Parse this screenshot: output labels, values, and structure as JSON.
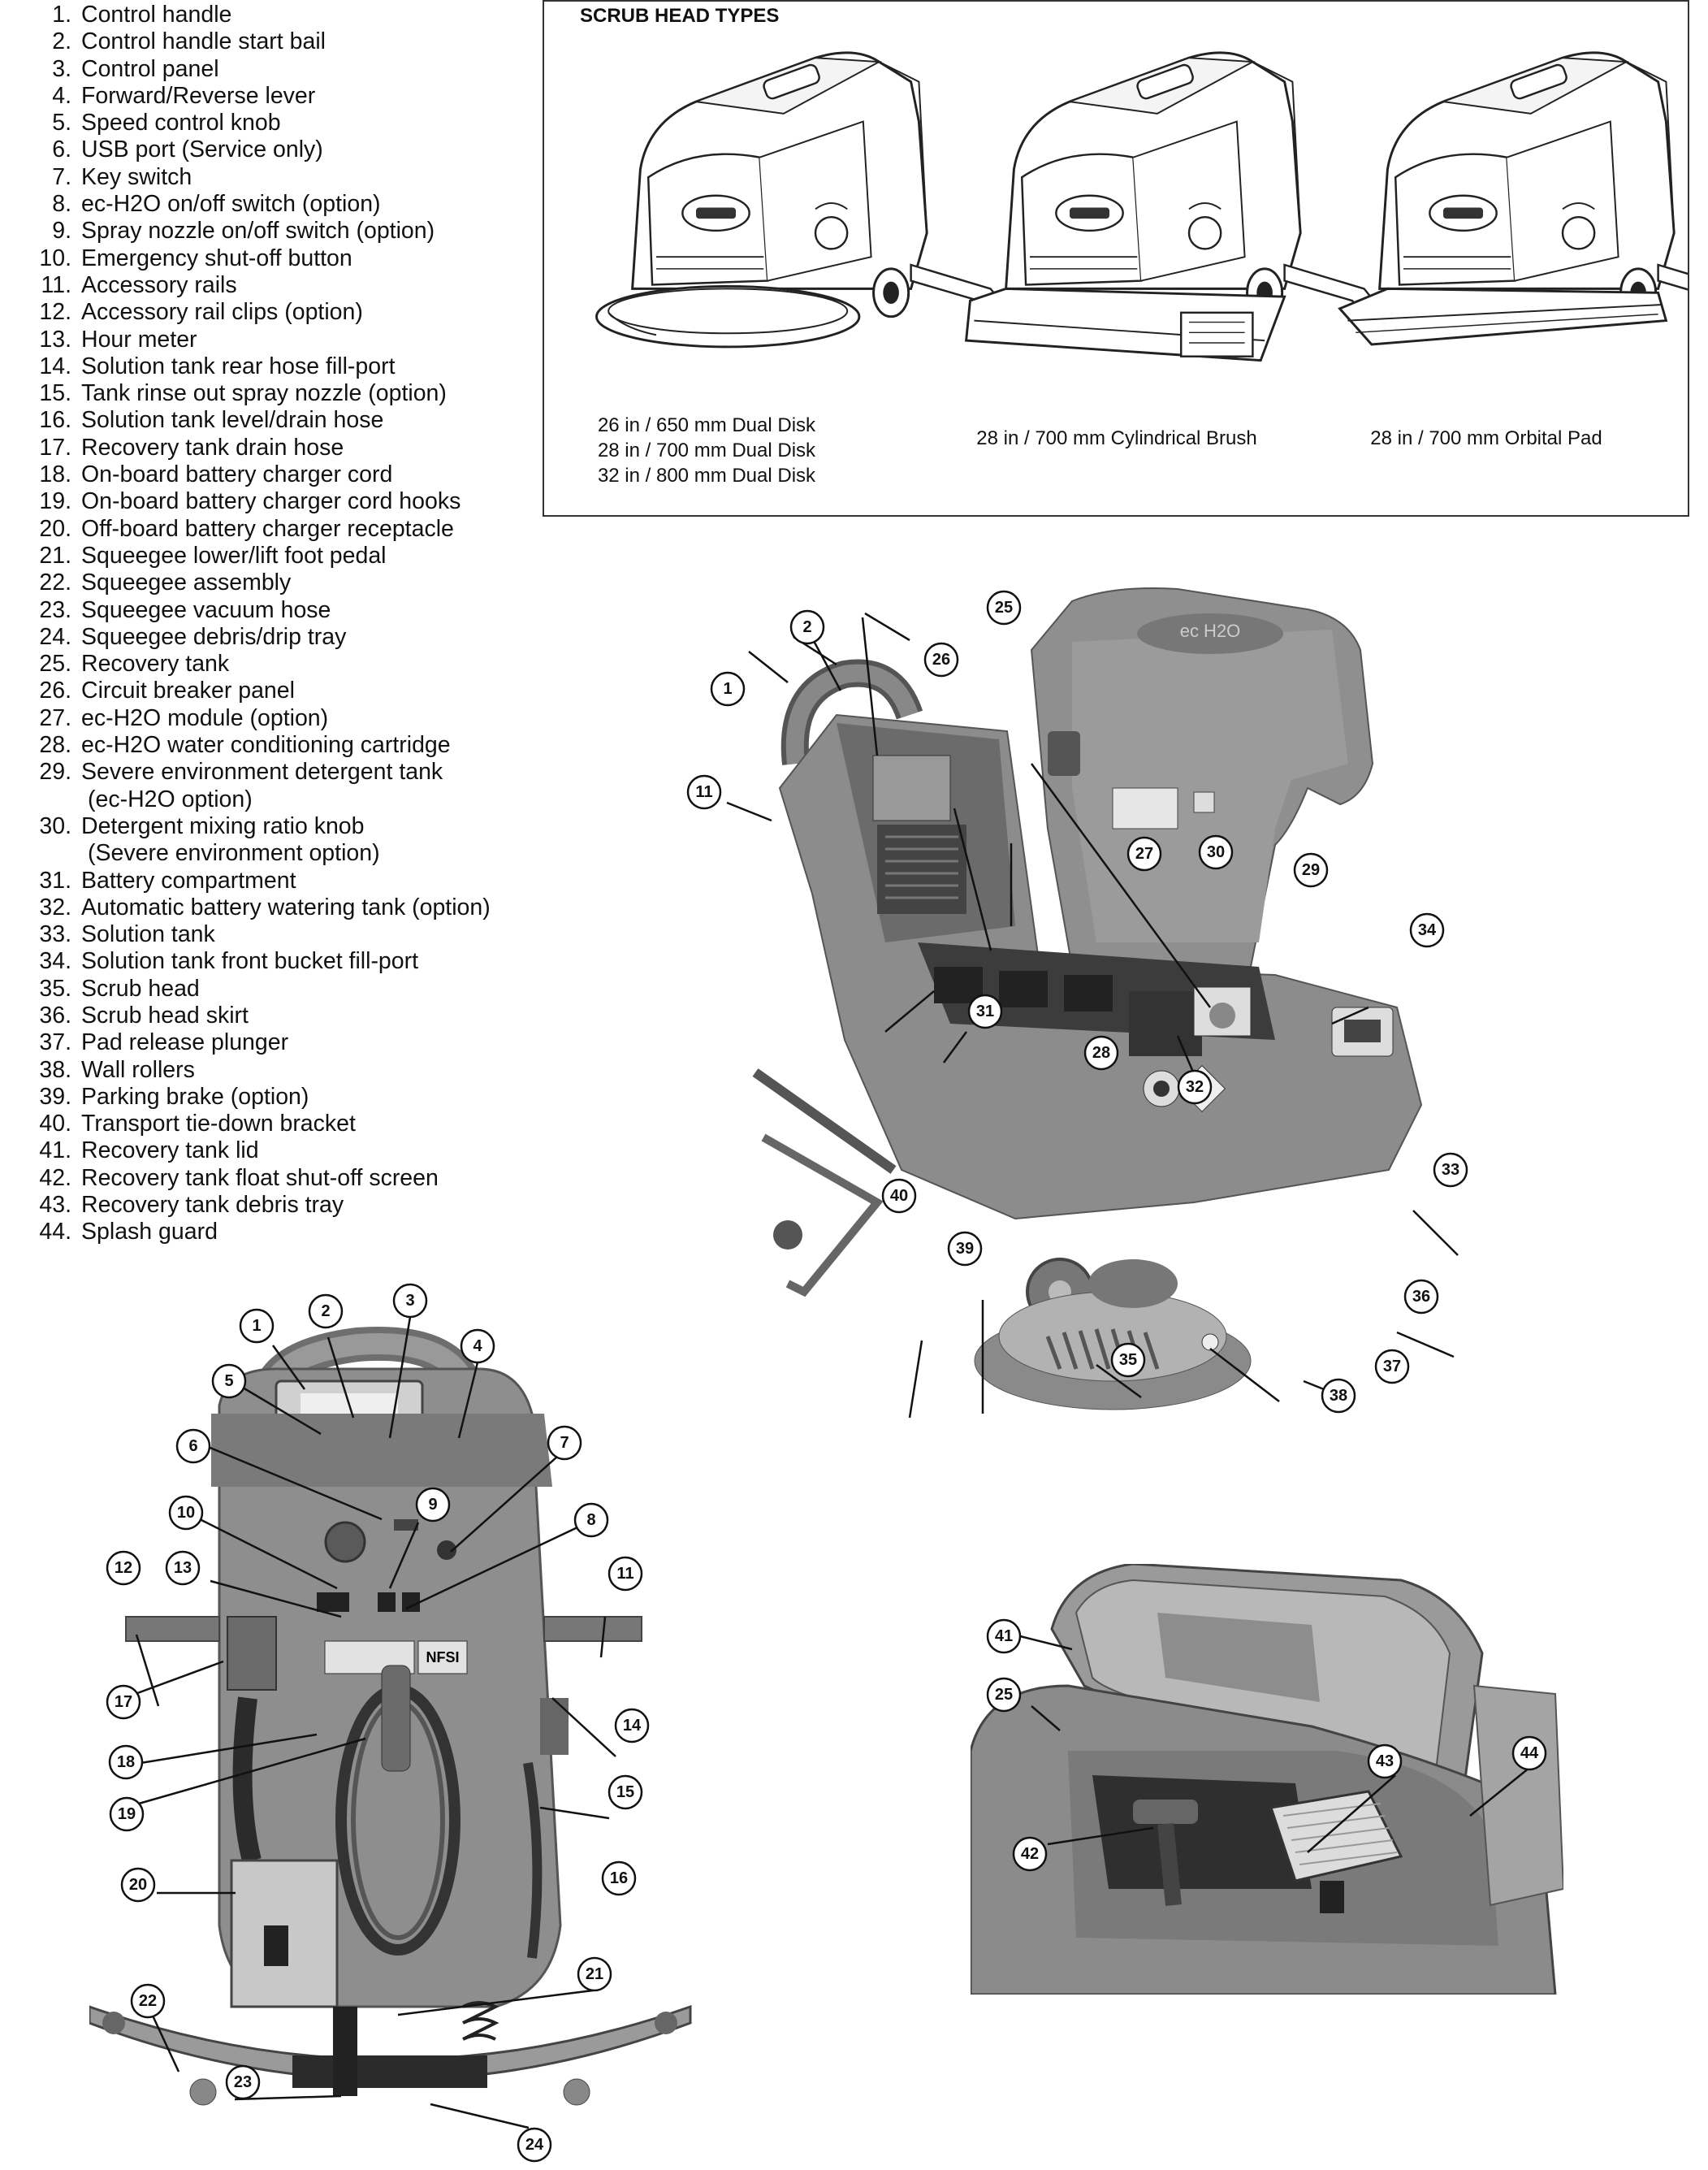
{
  "parts_list": [
    {
      "num": "1.",
      "label": "Control handle"
    },
    {
      "num": "2.",
      "label": "Control handle start bail"
    },
    {
      "num": "3.",
      "label": "Control panel"
    },
    {
      "num": "4.",
      "label": "Forward/Reverse lever"
    },
    {
      "num": "5.",
      "label": "Speed control knob"
    },
    {
      "num": "6.",
      "label": "USB port (Service only)"
    },
    {
      "num": "7.",
      "label": "Key switch"
    },
    {
      "num": "8.",
      "label": "ec-H2O on/off switch (option)"
    },
    {
      "num": "9.",
      "label": "Spray nozzle on/off switch (option)"
    },
    {
      "num": "10.",
      "label": "Emergency shut-off button"
    },
    {
      "num": "11.",
      "label": "Accessory rails"
    },
    {
      "num": "12.",
      "label": "Accessory rail clips (option)"
    },
    {
      "num": "13.",
      "label": "Hour meter"
    },
    {
      "num": "14.",
      "label": "Solution tank rear hose fill-port"
    },
    {
      "num": "15.",
      "label": "Tank rinse out spray nozzle (option)"
    },
    {
      "num": "16.",
      "label": "Solution tank level/drain hose"
    },
    {
      "num": "17.",
      "label": "Recovery tank drain hose"
    },
    {
      "num": "18.",
      "label": "On-board battery charger cord"
    },
    {
      "num": "19.",
      "label": "On-board battery charger cord hooks"
    },
    {
      "num": "20.",
      "label": "Off-board battery charger receptacle"
    },
    {
      "num": "21.",
      "label": "Squeegee lower/lift foot pedal"
    },
    {
      "num": "22.",
      "label": "Squeegee assembly"
    },
    {
      "num": "23.",
      "label": "Squeegee vacuum hose"
    },
    {
      "num": "24.",
      "label": "Squeegee debris/drip tray"
    },
    {
      "num": "25.",
      "label": "Recovery tank"
    },
    {
      "num": "26.",
      "label": "Circuit breaker panel"
    },
    {
      "num": "27.",
      "label": "ec-H2O module (option)"
    },
    {
      "num": "28.",
      "label": "ec-H2O water conditioning cartridge"
    },
    {
      "num": "29.",
      "label": "Severe environment detergent tank",
      "cont": "(ec-H2O option)"
    },
    {
      "num": "30.",
      "label": "Detergent mixing ratio knob",
      "cont": "(Severe environment option)"
    },
    {
      "num": "31.",
      "label": "Battery compartment"
    },
    {
      "num": "32.",
      "label": "Automatic battery watering tank (option)"
    },
    {
      "num": "33.",
      "label": "Solution tank"
    },
    {
      "num": "34.",
      "label": "Solution tank front bucket fill-port"
    },
    {
      "num": "35.",
      "label": "Scrub head"
    },
    {
      "num": "36.",
      "label": "Scrub head skirt"
    },
    {
      "num": "37.",
      "label": "Pad release plunger"
    },
    {
      "num": "38.",
      "label": "Wall rollers"
    },
    {
      "num": "39.",
      "label": "Parking brake (option)"
    },
    {
      "num": "40.",
      "label": "Transport tie-down bracket"
    },
    {
      "num": "41.",
      "label": "Recovery tank lid"
    },
    {
      "num": "42.",
      "label": "Recovery tank float shut-off screen"
    },
    {
      "num": "43.",
      "label": "Recovery tank debris tray"
    },
    {
      "num": "44.",
      "label": "Splash guard"
    }
  ],
  "scrub_head_types": {
    "title": "SCRUB HEAD TYPES",
    "dual_disk": [
      "26 in / 650 mm Dual Disk",
      "28 in / 700 mm Dual Disk",
      "32 in / 800 mm Dual Disk"
    ],
    "cylindrical": "28 in / 700 mm Cylindrical Brush",
    "orbital": "28 in / 700 mm Orbital Pad"
  },
  "callouts": {
    "main": [
      "1",
      "2",
      "11",
      "25",
      "26",
      "27",
      "28",
      "29",
      "30",
      "31",
      "32",
      "33",
      "34",
      "35",
      "36",
      "37",
      "38",
      "39",
      "40"
    ],
    "rear": [
      "1",
      "2",
      "3",
      "4",
      "5",
      "6",
      "7",
      "8",
      "9",
      "10",
      "11",
      "12",
      "13",
      "14",
      "15",
      "16",
      "17",
      "18",
      "19",
      "20",
      "21",
      "22",
      "23",
      "24"
    ],
    "tank": [
      "25",
      "41",
      "42",
      "43",
      "44"
    ]
  },
  "decals": {
    "logo": "ec H2O",
    "nfsi": "NFSI"
  }
}
